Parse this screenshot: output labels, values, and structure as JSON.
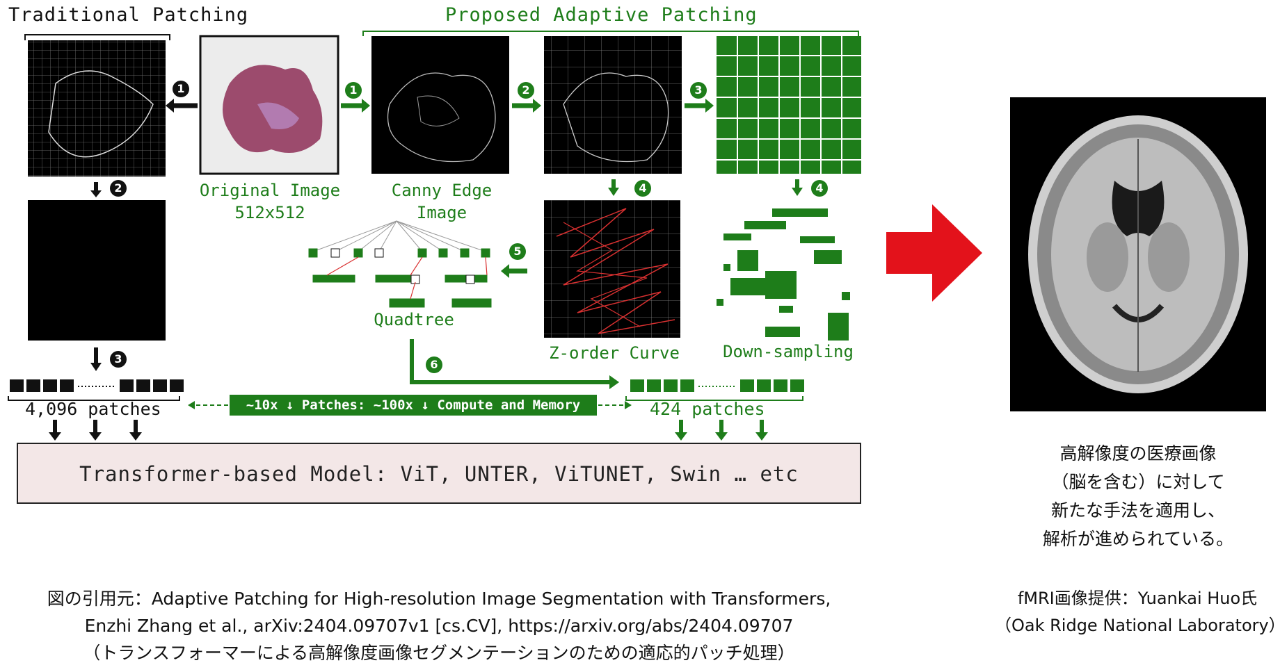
{
  "headers": {
    "traditional": "Traditional Patching",
    "proposed": "Proposed Adaptive Patching"
  },
  "captions": {
    "original_line1": "Original Image",
    "original_line2": "512x512",
    "canny_line1": "Canny Edge",
    "canny_line2": "Image",
    "quadtree": "Quadtree",
    "zorder": "Z-order Curve",
    "downsampling": "Down-sampling"
  },
  "steps": {
    "s1": "1",
    "s2": "2",
    "s3": "3",
    "s4": "4",
    "s5": "5",
    "s6": "6"
  },
  "patches": {
    "traditional": "4,096 patches",
    "adaptive": "424 patches",
    "reduction_note": "~10x ↓ Patches: ~100x ↓ Compute and Memory"
  },
  "model": {
    "label": "Transformer-based Model: ViT, UNTER, ViTUNET, Swin … etc"
  },
  "right_caption": {
    "line1": "高解像度の医療画像",
    "line2": "（脳を含む）に対して",
    "line3": "新たな手法を適用し、",
    "line4": "解析が進められている。"
  },
  "citation": {
    "line1": "図の引用元：Adaptive Patching for High-resolution Image Segmentation with Transformers,",
    "line2": "Enzhi Zhang et al., arXiv:2404.09707v1 [cs.CV], https://arxiv.org/abs/2404.09707",
    "line3": "（トランスフォーマーによる高解像度画像セグメンテーションのための適応的パッチ処理）"
  },
  "credit": {
    "line1": "fMRI画像提供：Yuankai Huo氏",
    "line2": "（Oak Ridge National Laboratory）"
  },
  "colors": {
    "green": "#1e7d1a",
    "red_arrow": "#e3121b",
    "model_bg": "#f3e7e7"
  }
}
